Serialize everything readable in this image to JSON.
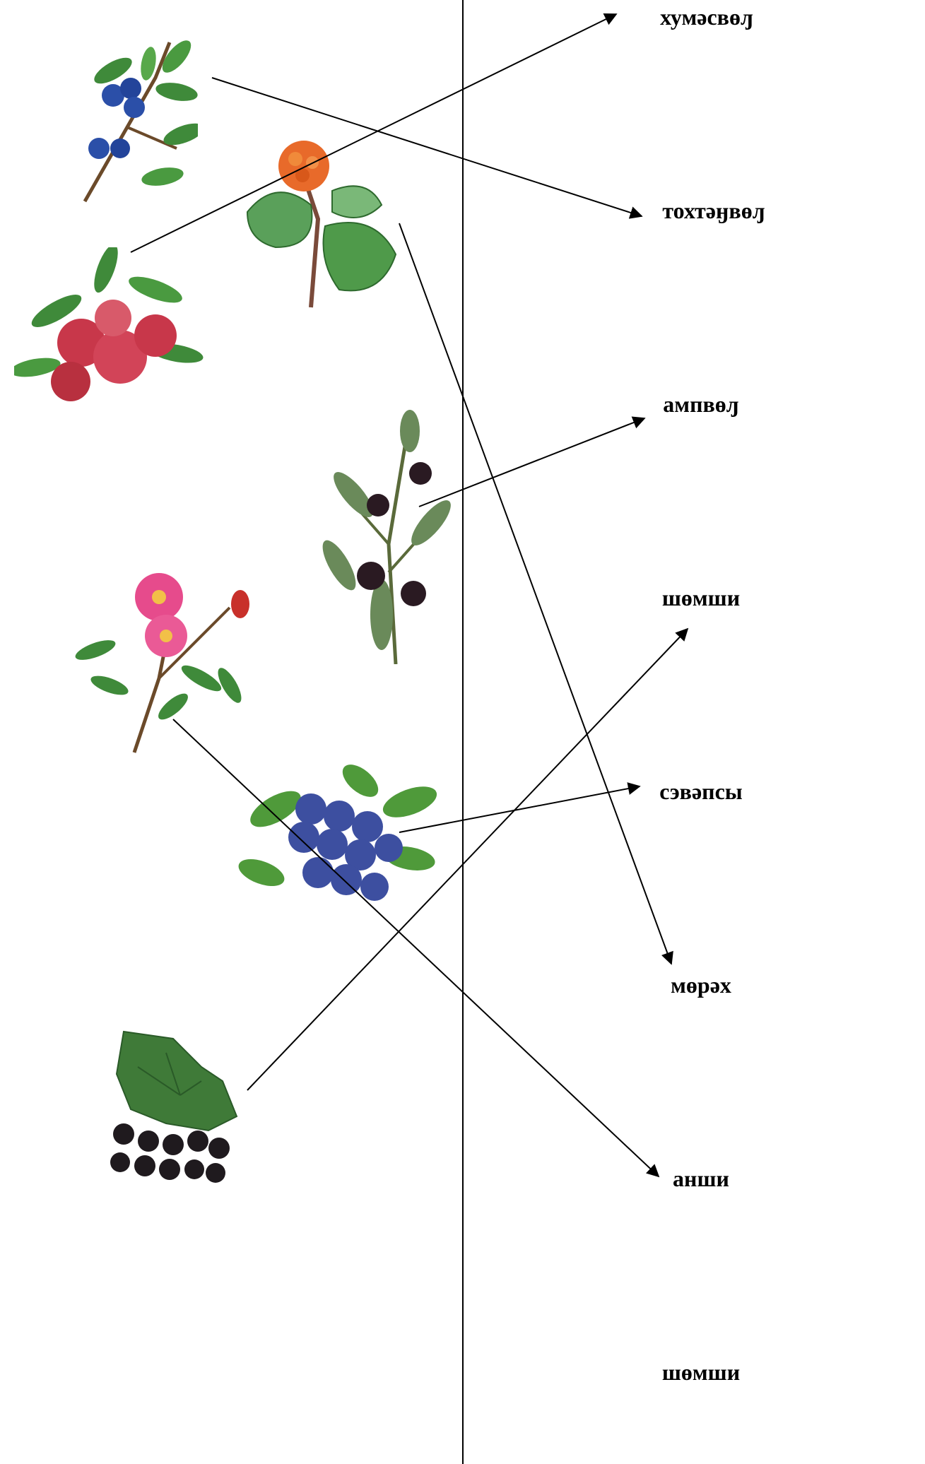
{
  "words": [
    "хумәсвөԓ",
    "тохтәӈвөԓ",
    "ампвөԓ",
    "шөмши",
    "сэвәпсы",
    "мөрәх",
    "анши",
    "шөмши"
  ],
  "plants": [
    {
      "icon": "blueberry-sprig-icon"
    },
    {
      "icon": "cloudberry-icon"
    },
    {
      "icon": "lingonberry-icon"
    },
    {
      "icon": "crowberry-icon"
    },
    {
      "icon": "wild-rose-icon"
    },
    {
      "icon": "bilberry-icon"
    },
    {
      "icon": "blackcurrant-icon"
    }
  ],
  "colors": {
    "line": "#000000",
    "leaf": "#3f8a3a",
    "blue_berry": "#2b4fa8",
    "red_berry": "#c8374a",
    "orange_berry": "#e86a2a",
    "black_berry": "#2a1a22",
    "rose": "#e64b8c"
  }
}
